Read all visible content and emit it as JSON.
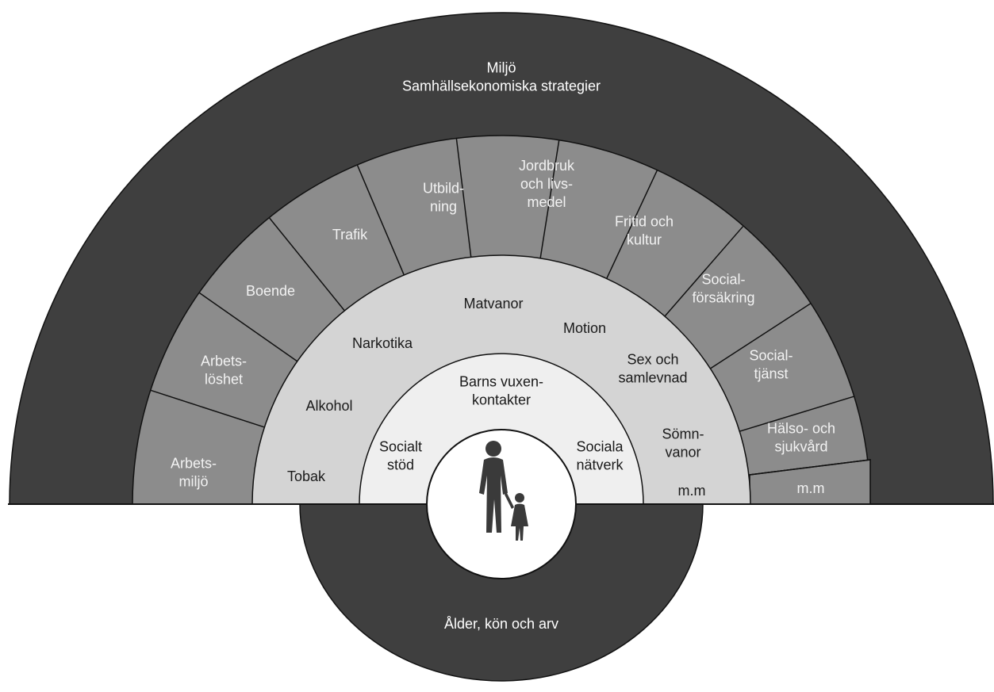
{
  "colors": {
    "outer_band": "#3f3f3f",
    "sector_band": "#8c8c8c",
    "lifestyle_band": "#d4d4d4",
    "social_band": "#efefef",
    "core": "#ffffff",
    "lines": "#111111",
    "silhouette": "#3a3a3a"
  },
  "outer": {
    "title_lines": [
      "Miljö",
      "Samhällsekonomiska strategier"
    ],
    "bottom_label": "Ålder, kön och arv"
  },
  "sectors": [
    {
      "lines": [
        "Arbets-",
        "miljö"
      ]
    },
    {
      "lines": [
        "Arbets-",
        "löshet"
      ]
    },
    {
      "lines": [
        "Boende"
      ]
    },
    {
      "lines": [
        "Trafik"
      ]
    },
    {
      "lines": [
        "Utbild-",
        "ning"
      ]
    },
    {
      "lines": [
        "Jordbruk",
        "och livs-",
        "medel"
      ]
    },
    {
      "lines": [
        "Fritid och",
        "kultur"
      ]
    },
    {
      "lines": [
        "Social-",
        "försäkring"
      ]
    },
    {
      "lines": [
        "Social-",
        "tjänst"
      ]
    },
    {
      "lines": [
        "Hälso- och",
        "sjukvård"
      ]
    },
    {
      "lines": [
        "m.m"
      ]
    }
  ],
  "lifestyle": [
    {
      "lines": [
        "Tobak"
      ]
    },
    {
      "lines": [
        "Alkohol"
      ]
    },
    {
      "lines": [
        "Narkotika"
      ]
    },
    {
      "lines": [
        "Matvanor"
      ]
    },
    {
      "lines": [
        "Motion"
      ]
    },
    {
      "lines": [
        "Sex och",
        "samlevnad"
      ]
    },
    {
      "lines": [
        "Sömn-",
        "vanor"
      ]
    },
    {
      "lines": [
        "m.m"
      ]
    }
  ],
  "social": [
    {
      "lines": [
        "Socialt",
        "stöd"
      ]
    },
    {
      "lines": [
        "Barns vuxen-",
        "kontakter"
      ]
    },
    {
      "lines": [
        "Sociala",
        "nätverk"
      ]
    }
  ],
  "core": {
    "icon": "adult-child-silhouette-icon"
  }
}
